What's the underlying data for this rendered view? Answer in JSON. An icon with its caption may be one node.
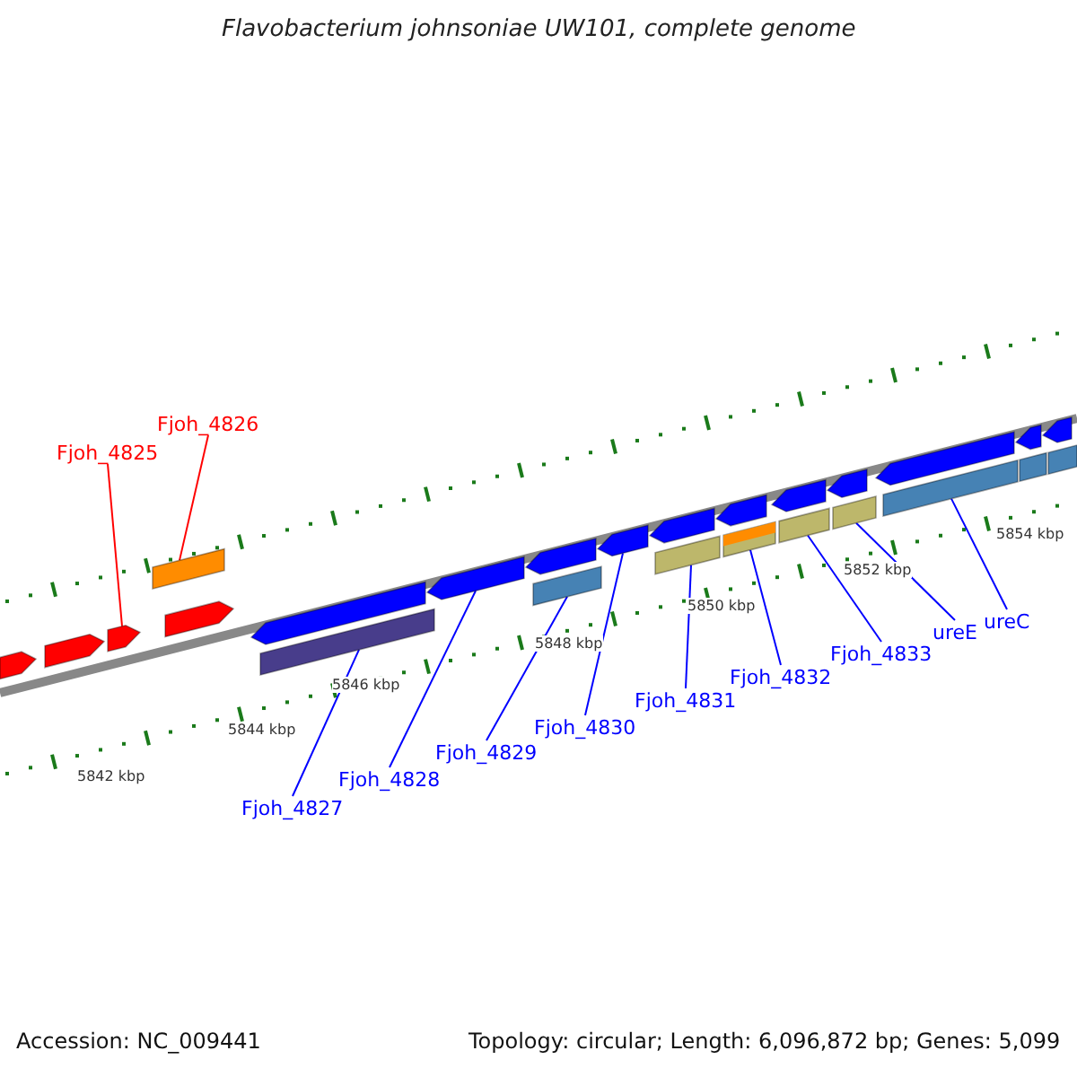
{
  "diagram": {
    "title": "Flavobacterium johnsoniae UW101, complete genome",
    "nodes": [
      {
        "text": [
          "Fjoh_4826"
        ]
      },
      {
        "text": [
          "Fjoh_4825"
        ]
      },
      {
        "text": [
          "Fjoh_4827"
        ]
      },
      {
        "text": [
          "Fjoh_4828"
        ]
      },
      {
        "text": [
          "Fjoh_4829"
        ]
      },
      {
        "text": [
          "Fjoh_4830"
        ]
      },
      {
        "text": [
          "Fjoh_4831"
        ]
      },
      {
        "text": [
          "Fjoh_4832"
        ]
      },
      {
        "text": [
          "Fjoh_4833"
        ]
      },
      {
        "text": [
          "ureE"
        ]
      },
      {
        "text": [
          "ureC"
        ]
      },
      {
        "text": [],
        "shape": "arrow"
      },
      {
        "text": [],
        "shape": "arrow"
      },
      {
        "text": [],
        "shape": "arrow"
      },
      {
        "text": [],
        "shape": "bar"
      },
      {
        "text": [],
        "shape": "arrow"
      },
      {
        "text": [],
        "shape": "arrow"
      },
      {
        "text": [],
        "shape": "bar"
      },
      {
        "text": [],
        "shape": "arrow"
      },
      {
        "text": [],
        "shape": "arrow"
      },
      {
        "text": [],
        "shape": "bar"
      },
      {
        "text": [],
        "shape": "arrow"
      },
      {
        "text": [],
        "shape": "arrow"
      },
      {
        "text": [],
        "shape": "bar"
      },
      {
        "text": [],
        "shape": "arrow"
      },
      {
        "text": [],
        "shape": "bar"
      },
      {
        "text": [],
        "shape": "arrow"
      },
      {
        "text": [],
        "shape": "bar"
      },
      {
        "text": [],
        "shape": "arrow"
      },
      {
        "text": [],
        "shape": "bar"
      },
      {
        "text": [],
        "shape": "arrow"
      },
      {
        "text": [],
        "shape": "bar"
      },
      {
        "text": [],
        "shape": "arrow"
      },
      {
        "text": [],
        "shape": "bar"
      },
      {
        "text": [],
        "shape": "arrow"
      },
      {
        "text": [],
        "shape": "bar"
      }
    ],
    "edges": [
      {
        "from": 0,
        "to": 14,
        "arrow": "none",
        "color": "#ff0000"
      },
      {
        "from": 1,
        "to": 13,
        "arrow": "none",
        "color": "#ff0000"
      },
      {
        "from": 2,
        "to": 17,
        "arrow": "none"
      },
      {
        "from": 3,
        "to": 18,
        "arrow": "none"
      },
      {
        "from": 4,
        "to": 20,
        "arrow": "none"
      },
      {
        "from": 5,
        "to": 21,
        "arrow": "none"
      },
      {
        "from": 6,
        "to": 23,
        "arrow": "none"
      },
      {
        "from": 7,
        "to": 25,
        "arrow": "none"
      },
      {
        "from": 8,
        "to": 27,
        "arrow": "none"
      },
      {
        "from": 9,
        "to": 29,
        "arrow": "none"
      },
      {
        "from": 10,
        "to": 31,
        "arrow": "none"
      }
    ],
    "labels": [
      "5842 kbp",
      "5844 kbp",
      "5846 kbp",
      "5848 kbp",
      "5850 kbp",
      "5852 kbp",
      "5854 kbp",
      "Accession: NC_009441",
      "Topology: circular; Length: 6,096,872 bp; Genes: 5,099"
    ]
  }
}
